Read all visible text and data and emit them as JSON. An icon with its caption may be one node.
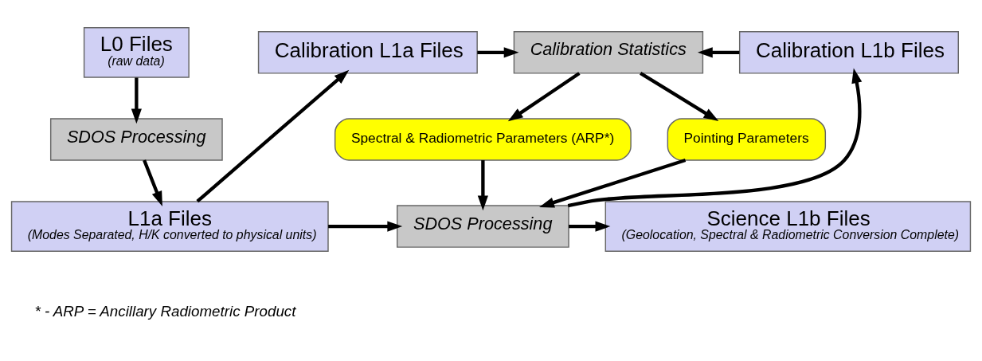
{
  "diagram": {
    "nodes": [
      {
        "text": [
          "L0 Files",
          "(raw data)"
        ]
      },
      {
        "text": [
          "SDOS Processing"
        ]
      },
      {
        "text": [
          "L1a Files",
          "(Modes Separated, H/K converted to physical units)"
        ]
      },
      {
        "text": [
          "Calibration L1a Files"
        ]
      },
      {
        "text": [
          "Calibration Statistics"
        ]
      },
      {
        "text": [
          "Calibration L1b Files"
        ]
      },
      {
        "text": [
          "Spectral & Radiometric Parameters (ARP*)"
        ]
      },
      {
        "text": [
          "Pointing Parameters"
        ]
      },
      {
        "text": [
          "SDOS Processing"
        ]
      },
      {
        "text": [
          "Science L1b Files",
          "(Geolocation, Spectral & Radiometric Conversion Complete)"
        ]
      }
    ],
    "edges": [
      {
        "from": 0,
        "to": 1,
        "arrow": "to"
      },
      {
        "from": 1,
        "to": 2,
        "arrow": "to"
      },
      {
        "from": 2,
        "to": 3,
        "arrow": "to"
      },
      {
        "from": 2,
        "to": 8,
        "arrow": "to"
      },
      {
        "from": 3,
        "to": 4,
        "arrow": "to"
      },
      {
        "from": 5,
        "to": 4,
        "arrow": "to"
      },
      {
        "from": 4,
        "to": 6,
        "arrow": "to"
      },
      {
        "from": 4,
        "to": 7,
        "arrow": "to"
      },
      {
        "from": 6,
        "to": 8,
        "arrow": "to"
      },
      {
        "from": 7,
        "to": 8,
        "arrow": "to"
      },
      {
        "from": 8,
        "to": 5,
        "arrow": "to"
      },
      {
        "from": 8,
        "to": 9,
        "arrow": "to"
      }
    ],
    "labels": [
      "* - ARP = Ancillary Radiometric Product"
    ]
  }
}
